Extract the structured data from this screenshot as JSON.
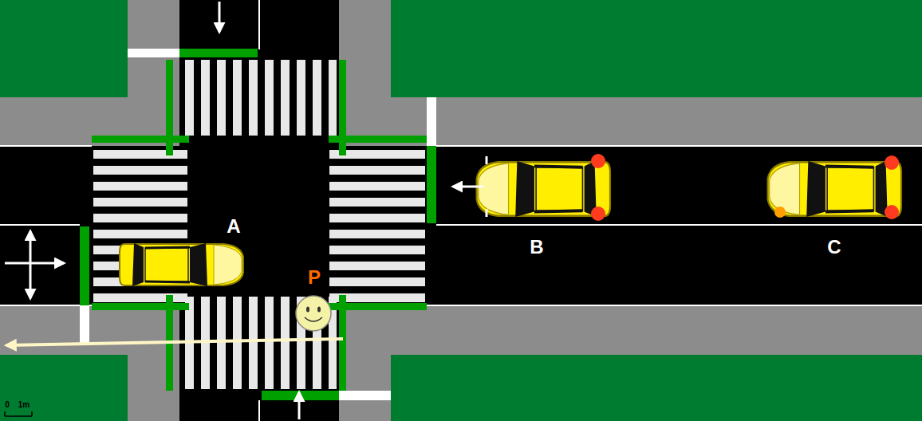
{
  "diagram": {
    "labels": [
      "A",
      "B",
      "C",
      "P",
      "0",
      "1m"
    ]
  }
}
